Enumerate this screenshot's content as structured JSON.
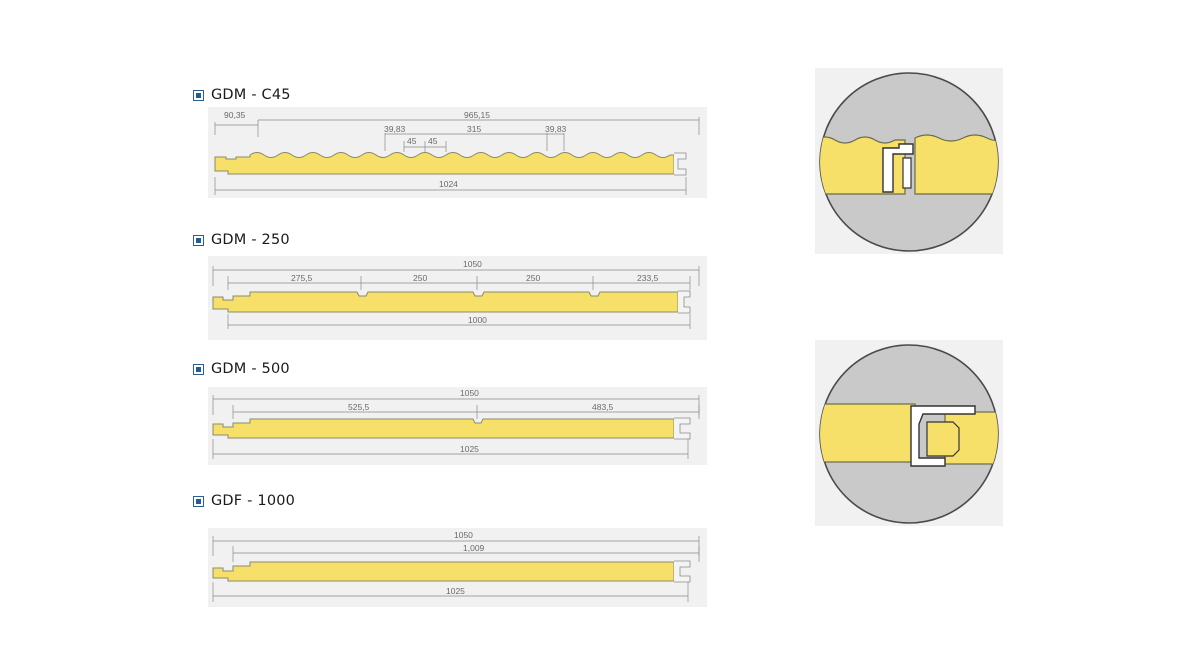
{
  "colors": {
    "foam": "#f6e06a",
    "foam_edge": "#8a8a6a",
    "skin": "#f4f4f4",
    "panel_bg": "#f1f1f1",
    "circle_fill": "#c9c9c9",
    "bullet": "#1f5c99"
  },
  "panels": [
    {
      "title": "GDM - C45",
      "dims": {
        "d1": "90,35",
        "d2": "965,15",
        "d3": "39,83",
        "d4": "315",
        "d5": "39,83",
        "d6": "45",
        "d7": "45",
        "d8": "1024"
      }
    },
    {
      "title": "GDM - 250",
      "dims": {
        "d1": "1050",
        "d2": "275,5",
        "d3": "250",
        "d4": "250",
        "d5": "233,5",
        "d6": "1000"
      }
    },
    {
      "title": "GDM - 500",
      "dims": {
        "d1": "1050",
        "d2": "525,5",
        "d3": "483,5",
        "d4": "1025"
      }
    },
    {
      "title": "GDF - 1000",
      "dims": {
        "d1": "1050",
        "d2": "1,009",
        "d3": "1025"
      }
    }
  ]
}
